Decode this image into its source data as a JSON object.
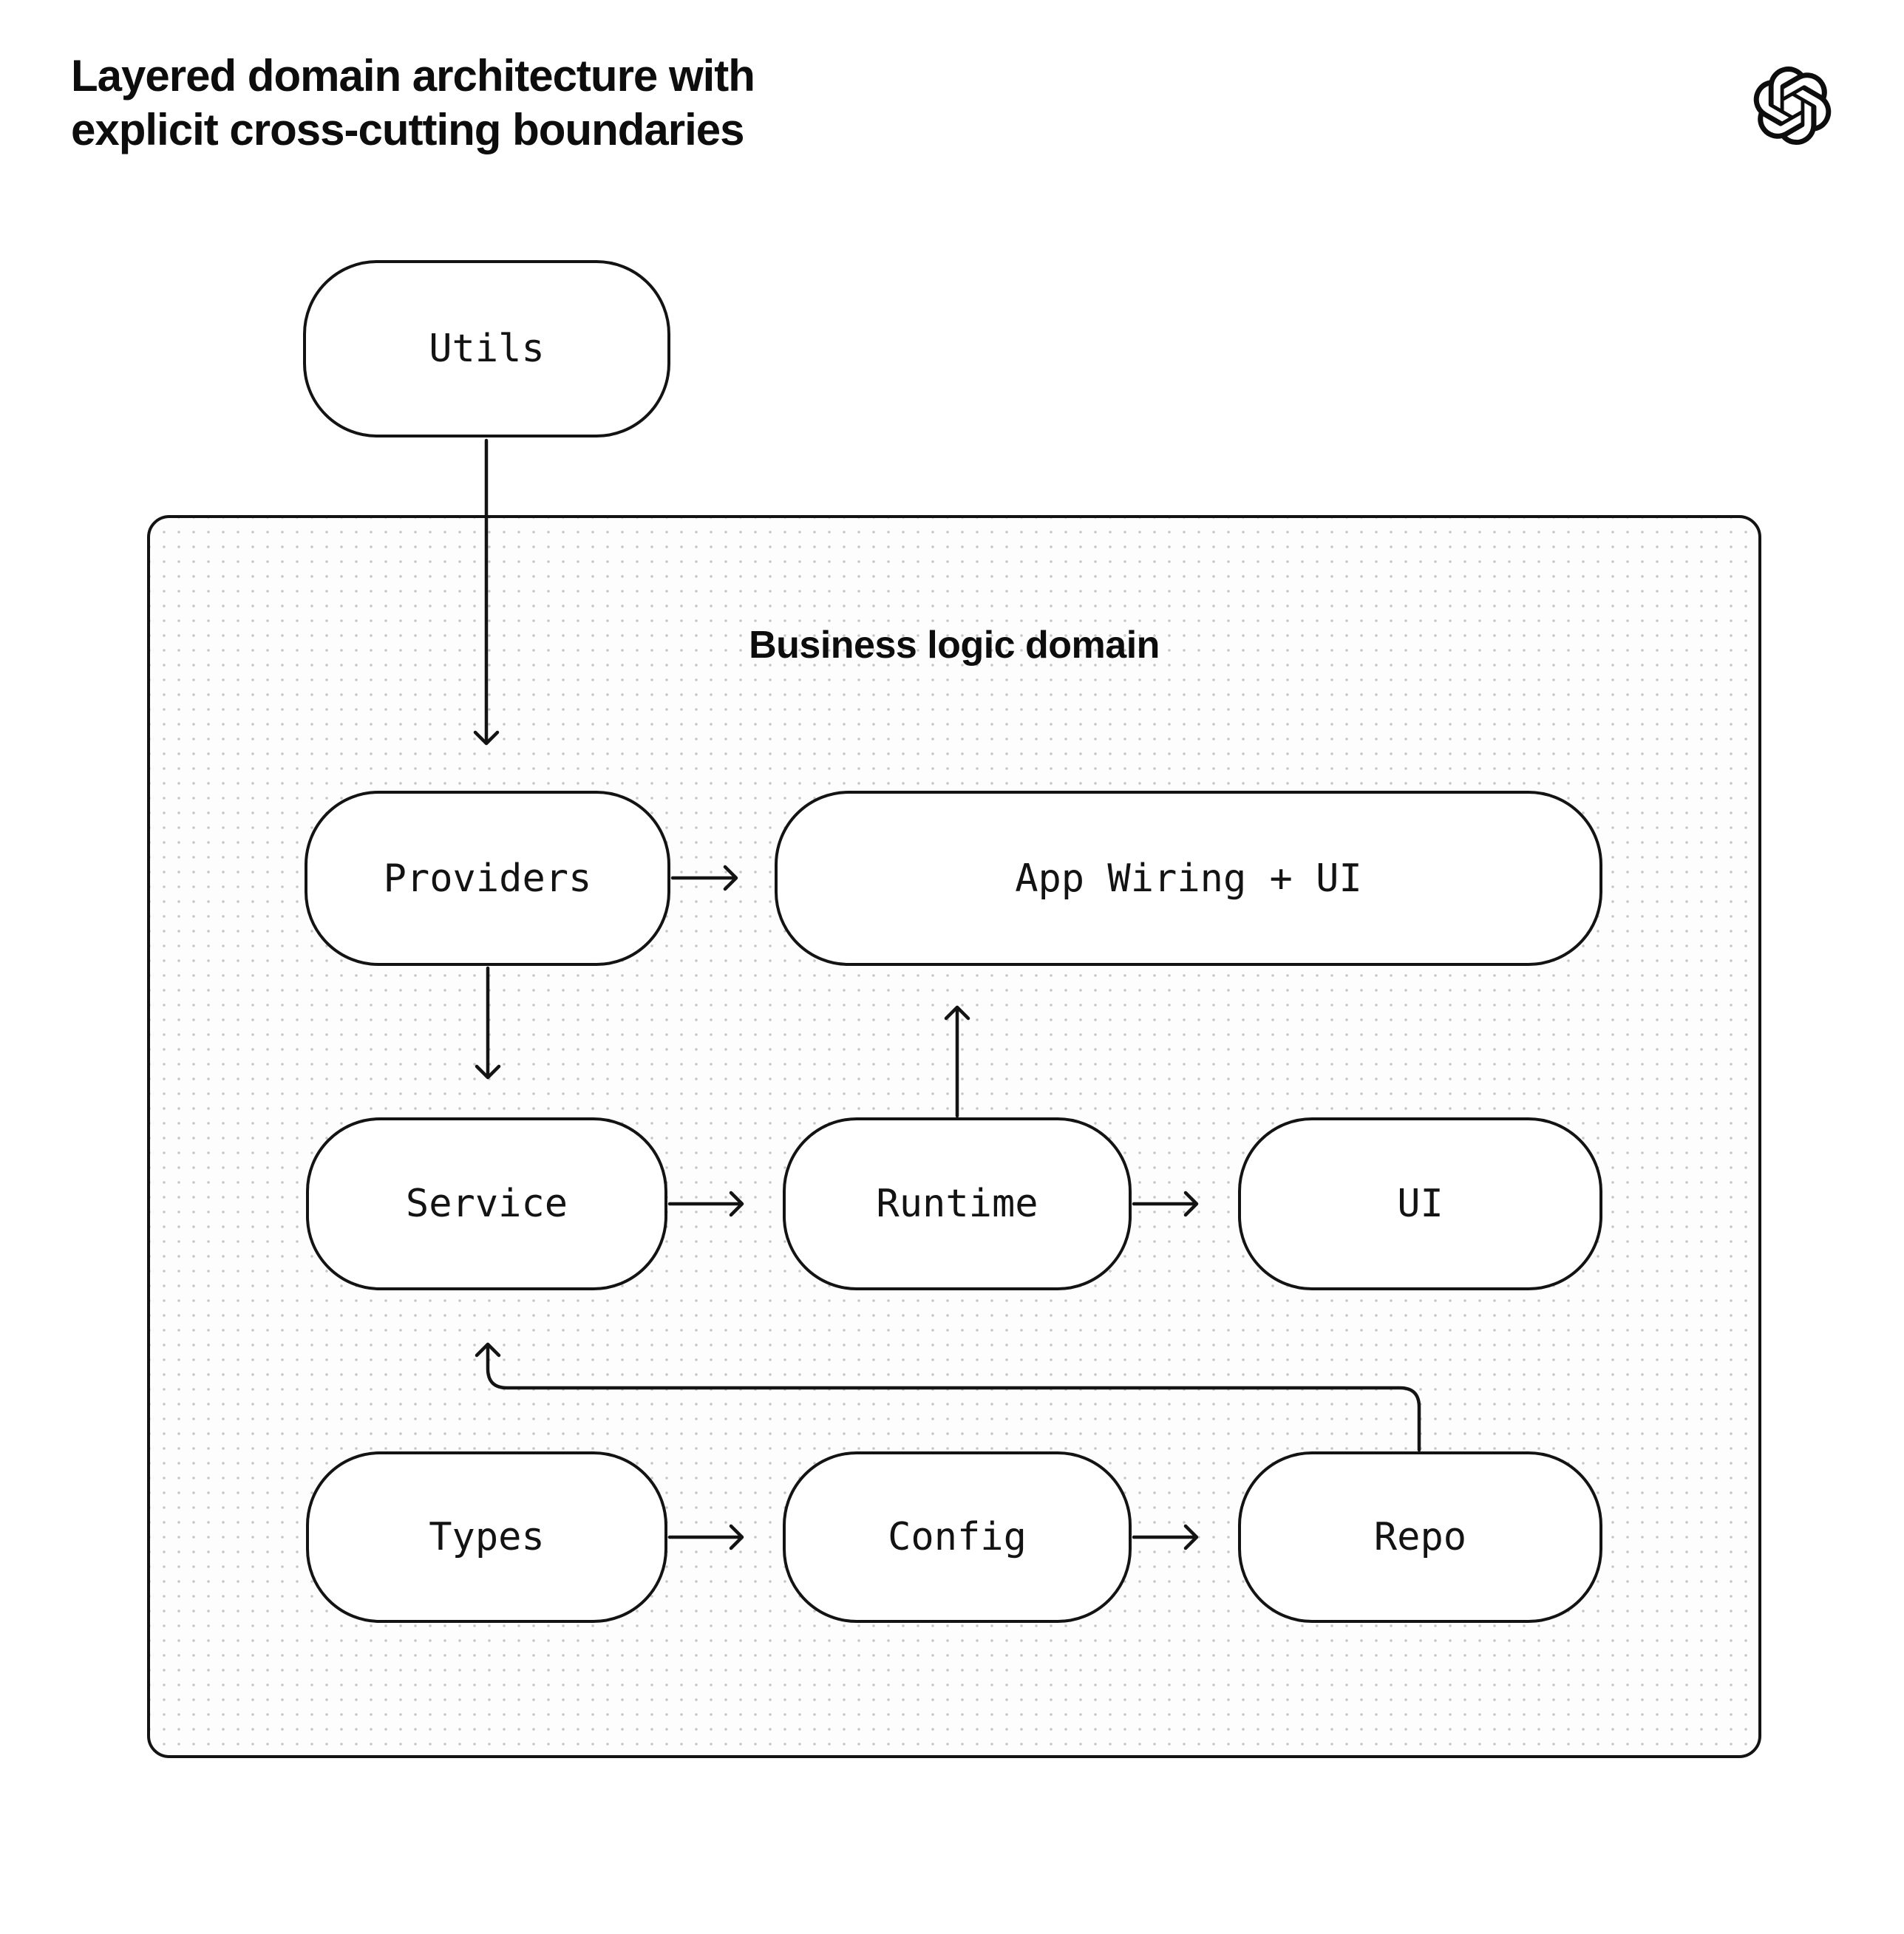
{
  "page": {
    "title": "Layered domain architecture with\nexplicit cross-cutting boundaries",
    "logo": "openai-logo"
  },
  "container": {
    "label": "Business logic domain"
  },
  "nodes": {
    "utils": "Utils",
    "providers": "Providers",
    "app_wiring": "App Wiring + UI",
    "service": "Service",
    "runtime": "Runtime",
    "ui": "UI",
    "types": "Types",
    "config": "Config",
    "repo": "Repo"
  },
  "edges": [
    {
      "from": "Utils",
      "to": "Providers"
    },
    {
      "from": "Providers",
      "to": "App Wiring + UI"
    },
    {
      "from": "Providers",
      "to": "Service"
    },
    {
      "from": "Service",
      "to": "Runtime"
    },
    {
      "from": "Runtime",
      "to": "App Wiring + UI"
    },
    {
      "from": "Runtime",
      "to": "UI"
    },
    {
      "from": "Types",
      "to": "Config"
    },
    {
      "from": "Config",
      "to": "Repo"
    },
    {
      "from": "Repo",
      "to": "Service"
    }
  ],
  "colors": {
    "ink": "#131313",
    "dot_grid": "#c6c6c6",
    "background": "#ffffff",
    "node_fill": "#ffffff"
  }
}
